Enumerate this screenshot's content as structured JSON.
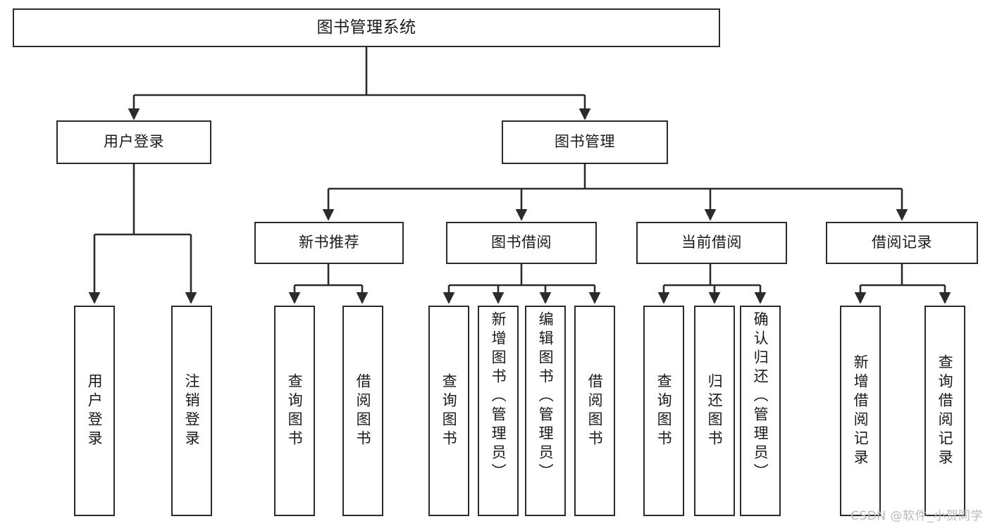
{
  "diagram": {
    "title": "图书管理系统",
    "type": "hierarchy-tree",
    "watermark": "CSDN @软件_小贺同学",
    "colors": {
      "box_border": "#2b2b2b",
      "box_fill": "#ffffff",
      "edge": "#2b2b2b",
      "text": "#1a1a1a",
      "watermark": "#b9b9b9",
      "background": "#ffffff"
    },
    "nodes": [
      {
        "id": "root",
        "label": "图书管理系统",
        "level": 0,
        "orientation": "horizontal"
      },
      {
        "id": "login",
        "label": "用户登录",
        "level": 1,
        "orientation": "horizontal",
        "parent": "root"
      },
      {
        "id": "bookmgmt",
        "label": "图书管理",
        "level": 1,
        "orientation": "horizontal",
        "parent": "root"
      },
      {
        "id": "newrec",
        "label": "新书推荐",
        "level": 2,
        "orientation": "horizontal",
        "parent": "bookmgmt"
      },
      {
        "id": "borrow",
        "label": "图书借阅",
        "level": 2,
        "orientation": "horizontal",
        "parent": "bookmgmt"
      },
      {
        "id": "current",
        "label": "当前借阅",
        "level": 2,
        "orientation": "horizontal",
        "parent": "bookmgmt"
      },
      {
        "id": "records",
        "label": "借阅记录",
        "level": 2,
        "orientation": "horizontal",
        "parent": "bookmgmt"
      },
      {
        "id": "leaf_login_1",
        "label": "用户登录",
        "level": 3,
        "orientation": "vertical",
        "parent": "login"
      },
      {
        "id": "leaf_login_2",
        "label": "注销登录",
        "level": 3,
        "orientation": "vertical",
        "parent": "login"
      },
      {
        "id": "leaf_newrec_1",
        "label": "查询图书",
        "level": 3,
        "orientation": "vertical",
        "parent": "newrec"
      },
      {
        "id": "leaf_newrec_2",
        "label": "借阅图书",
        "level": 3,
        "orientation": "vertical",
        "parent": "newrec"
      },
      {
        "id": "leaf_borrow_1",
        "label": "查询图书",
        "level": 3,
        "orientation": "vertical",
        "parent": "borrow"
      },
      {
        "id": "leaf_borrow_2",
        "label": "新增图书（管理员）",
        "level": 3,
        "orientation": "vertical",
        "parent": "borrow"
      },
      {
        "id": "leaf_borrow_3",
        "label": "编辑图书（管理员）",
        "level": 3,
        "orientation": "vertical",
        "parent": "borrow"
      },
      {
        "id": "leaf_borrow_4",
        "label": "借阅图书",
        "level": 3,
        "orientation": "vertical",
        "parent": "borrow"
      },
      {
        "id": "leaf_current_1",
        "label": "查询图书",
        "level": 3,
        "orientation": "vertical",
        "parent": "current"
      },
      {
        "id": "leaf_current_2",
        "label": "归还图书",
        "level": 3,
        "orientation": "vertical",
        "parent": "current"
      },
      {
        "id": "leaf_current_3",
        "label": "确认归还（管理员）",
        "level": 3,
        "orientation": "vertical",
        "parent": "current"
      },
      {
        "id": "leaf_records_1",
        "label": "新增借阅记录",
        "level": 3,
        "orientation": "vertical",
        "parent": "records"
      },
      {
        "id": "leaf_records_2",
        "label": "查询借阅记录",
        "level": 3,
        "orientation": "vertical",
        "parent": "records"
      }
    ]
  }
}
